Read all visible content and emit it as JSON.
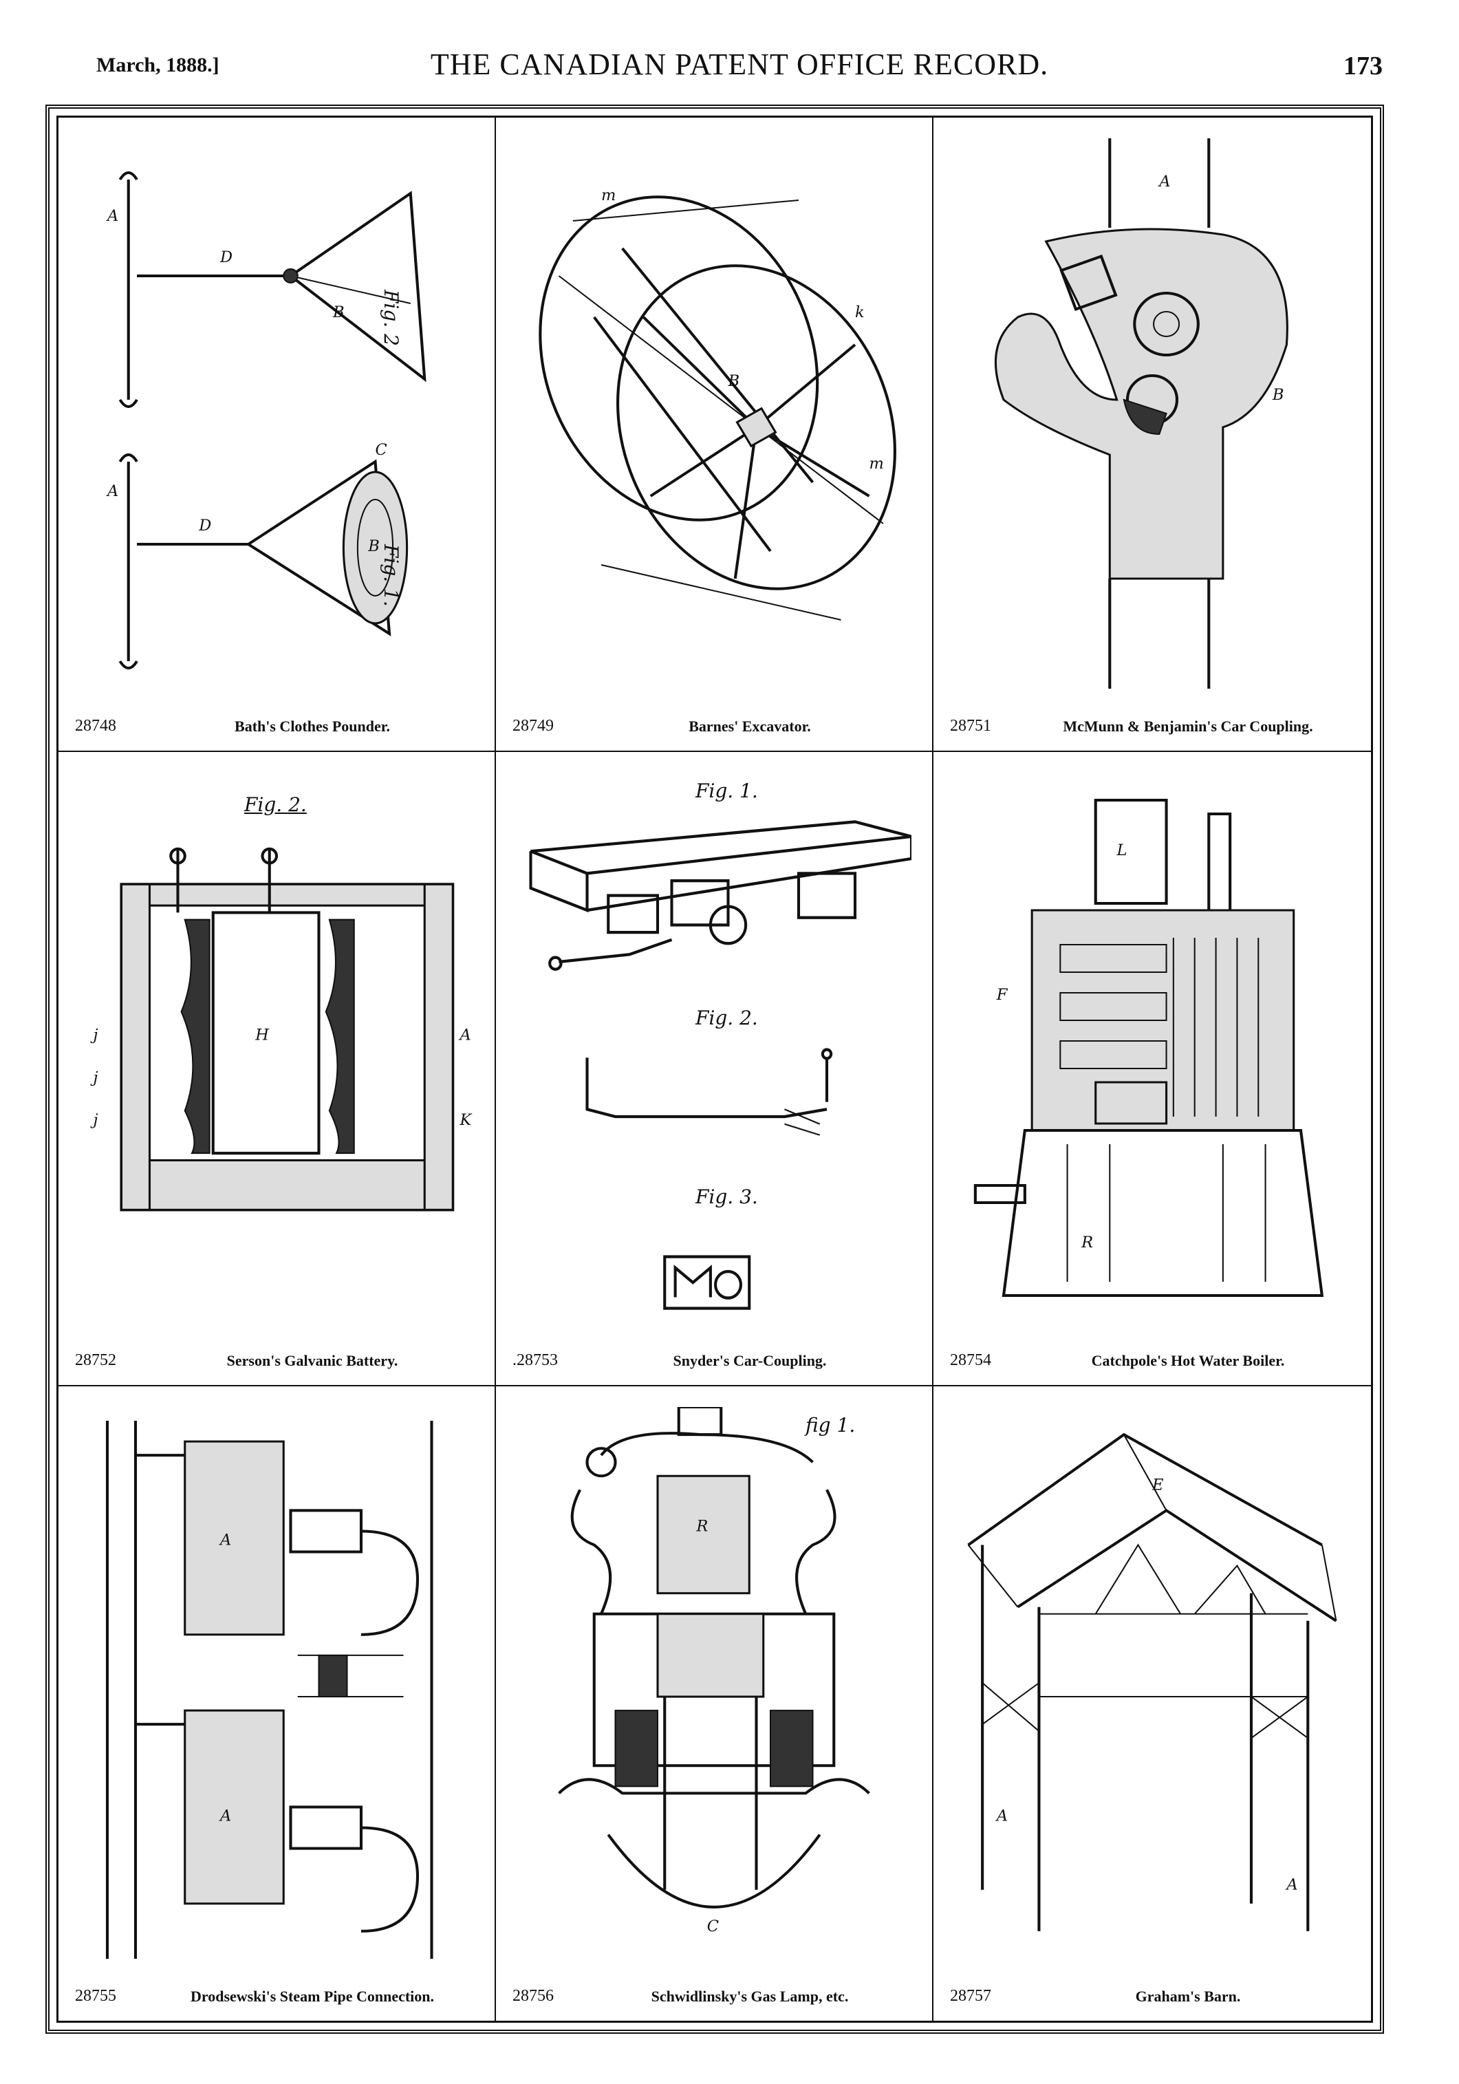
{
  "header": {
    "date": "March, 1888.]",
    "title": "THE CANADIAN PATENT OFFICE RECORD.",
    "page_number": "173"
  },
  "panels": [
    {
      "number": "28748",
      "title": "Bath's Clothes Pounder."
    },
    {
      "number": "28749",
      "title": "Barnes' Excavator."
    },
    {
      "number": "28751",
      "title": "McMunn & Benjamin's Car Coupling."
    },
    {
      "number": "28752",
      "title": "Serson's Galvanic Battery."
    },
    {
      "number": ".28753",
      "title": "Snyder's Car-Coupling."
    },
    {
      "number": "28754",
      "title": "Catchpole's Hot Water Boiler."
    },
    {
      "number": "28755",
      "title": "Drodsewski's Steam Pipe Connection."
    },
    {
      "number": "28756",
      "title": "Schwidlinsky's Gas Lamp, etc."
    },
    {
      "number": "28757",
      "title": "Graham's Barn."
    }
  ],
  "figure_labels": {
    "p1_fig2": "Fig. 2.",
    "p1_fig1": "Fig. 1.",
    "p4_fig2": "Fig. 2.",
    "p5_fig1": "Fig. 1.",
    "p5_fig2": "Fig. 2.",
    "p5_fig3": "Fig. 3.",
    "p8_fig1": "fig 1."
  }
}
